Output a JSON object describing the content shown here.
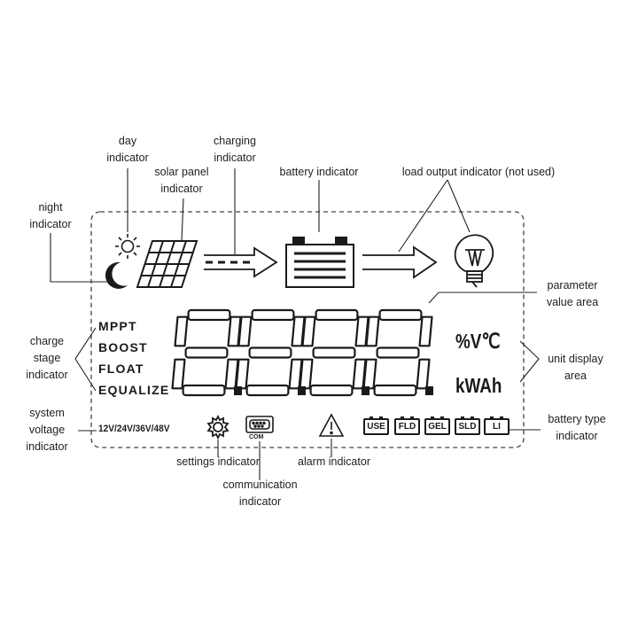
{
  "labels": {
    "day": [
      "day",
      "indicator"
    ],
    "charging": [
      "charging",
      "indicator"
    ],
    "solar": [
      "solar panel",
      "indicator"
    ],
    "battery": [
      "battery indicator"
    ],
    "load": [
      "load output indicator (not used)"
    ],
    "night": [
      "night",
      "indicator"
    ],
    "param": [
      "parameter",
      "value area"
    ],
    "charge_stage": [
      "charge",
      "stage",
      "indicator"
    ],
    "unit_display": [
      "unit display",
      "area"
    ],
    "system_voltage": [
      "system",
      "voltage",
      "indicator"
    ],
    "battery_type": [
      "battery type",
      "indicator"
    ],
    "settings": [
      "settings indicator"
    ],
    "communication": [
      "communication",
      "indicator"
    ],
    "alarm": [
      "alarm indicator"
    ]
  },
  "stages": [
    "MPPT",
    "BOOST",
    "FLOAT",
    "EQUALIZE"
  ],
  "units": [
    "%V℃",
    "kWAh"
  ],
  "system_voltage_text": "12V/24V/36V/48V",
  "com_text": "COM",
  "battery_types": [
    "USE",
    "FLD",
    "GEL",
    "SLD",
    "LI"
  ],
  "colors": {
    "ink": "#1a1a1a",
    "line": "#222222",
    "border": "#444444"
  }
}
